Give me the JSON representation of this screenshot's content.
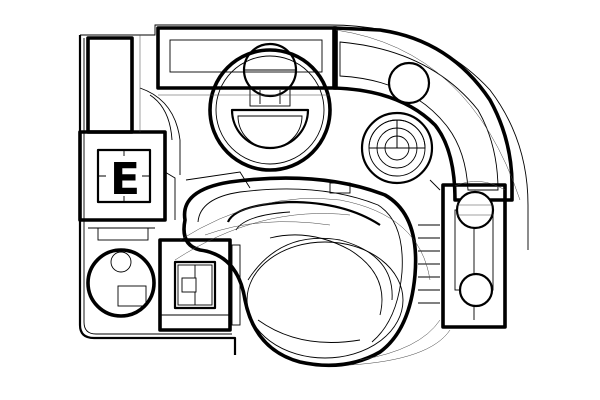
{
  "diagram": {
    "type": "architectural-floor-plan",
    "style": "black line drawing on white",
    "colors": {
      "ink": "#000000",
      "paper": "#ffffff",
      "secondary_line": "#444444"
    }
  },
  "labels": {
    "core_letter": "E"
  }
}
